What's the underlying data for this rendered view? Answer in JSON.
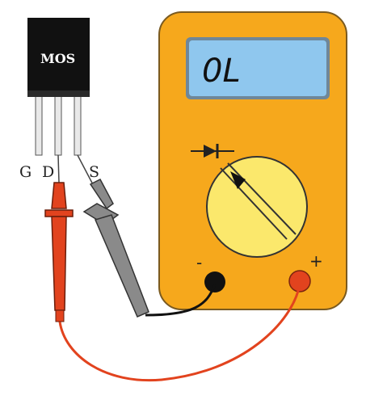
{
  "component": {
    "label": "MOS",
    "pins": [
      "G",
      "D",
      "S"
    ]
  },
  "multimeter": {
    "display": "0L",
    "mode_icon": "diode-symbol-icon",
    "negative_label": "-",
    "positive_label": "+"
  },
  "colors": {
    "meter_body": "#f6a81c",
    "display_bg": "#8fc7ee",
    "dial": "#fbe86c",
    "red_probe": "#e2431e",
    "gray_probe": "#8a8a8a",
    "chip": "#111111"
  }
}
